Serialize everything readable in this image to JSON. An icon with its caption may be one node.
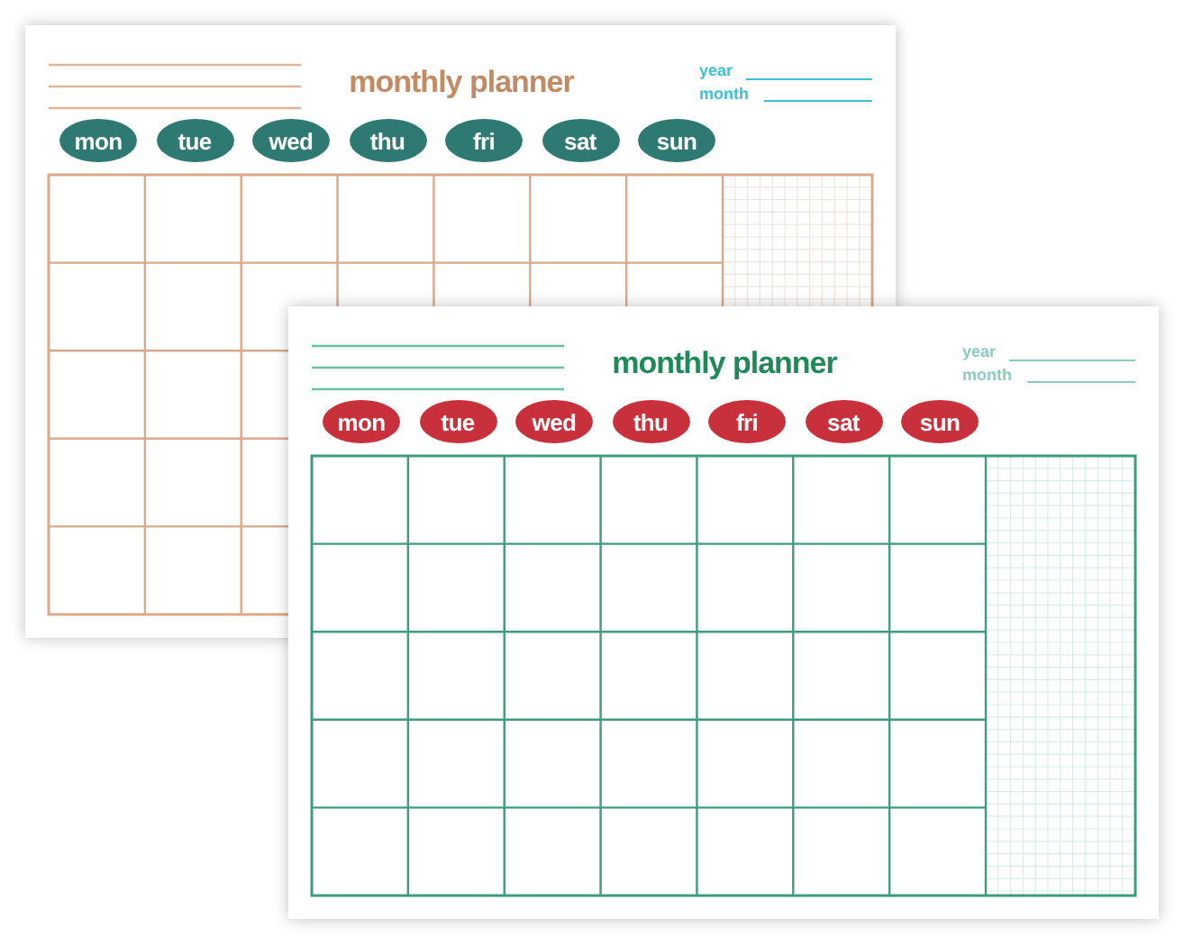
{
  "diagram": {
    "nodes": [
      {
        "text": [
          "monthly planner",
          "year",
          "month"
        ]
      },
      {
        "text": [
          "mon"
        ],
        "in": 0
      },
      {
        "text": [
          "tue"
        ],
        "in": 0
      },
      {
        "text": [
          "wed"
        ],
        "in": 0
      },
      {
        "text": [
          "thu"
        ],
        "in": 0
      },
      {
        "text": [
          "fri"
        ],
        "in": 0
      },
      {
        "text": [
          "sat"
        ],
        "in": 0
      },
      {
        "text": [
          "sun"
        ],
        "in": 0
      },
      {
        "text": [
          "monthly planner",
          "year",
          "month"
        ]
      },
      {
        "text": [
          "mon"
        ]
      },
      {
        "text": [
          "tue"
        ]
      },
      {
        "text": [
          "wed"
        ]
      },
      {
        "text": [
          "thu"
        ]
      },
      {
        "text": [
          "fri"
        ]
      },
      {
        "text": [
          "sat"
        ]
      },
      {
        "text": [
          "sun"
        ],
        "in": 8
      }
    ]
  }
}
